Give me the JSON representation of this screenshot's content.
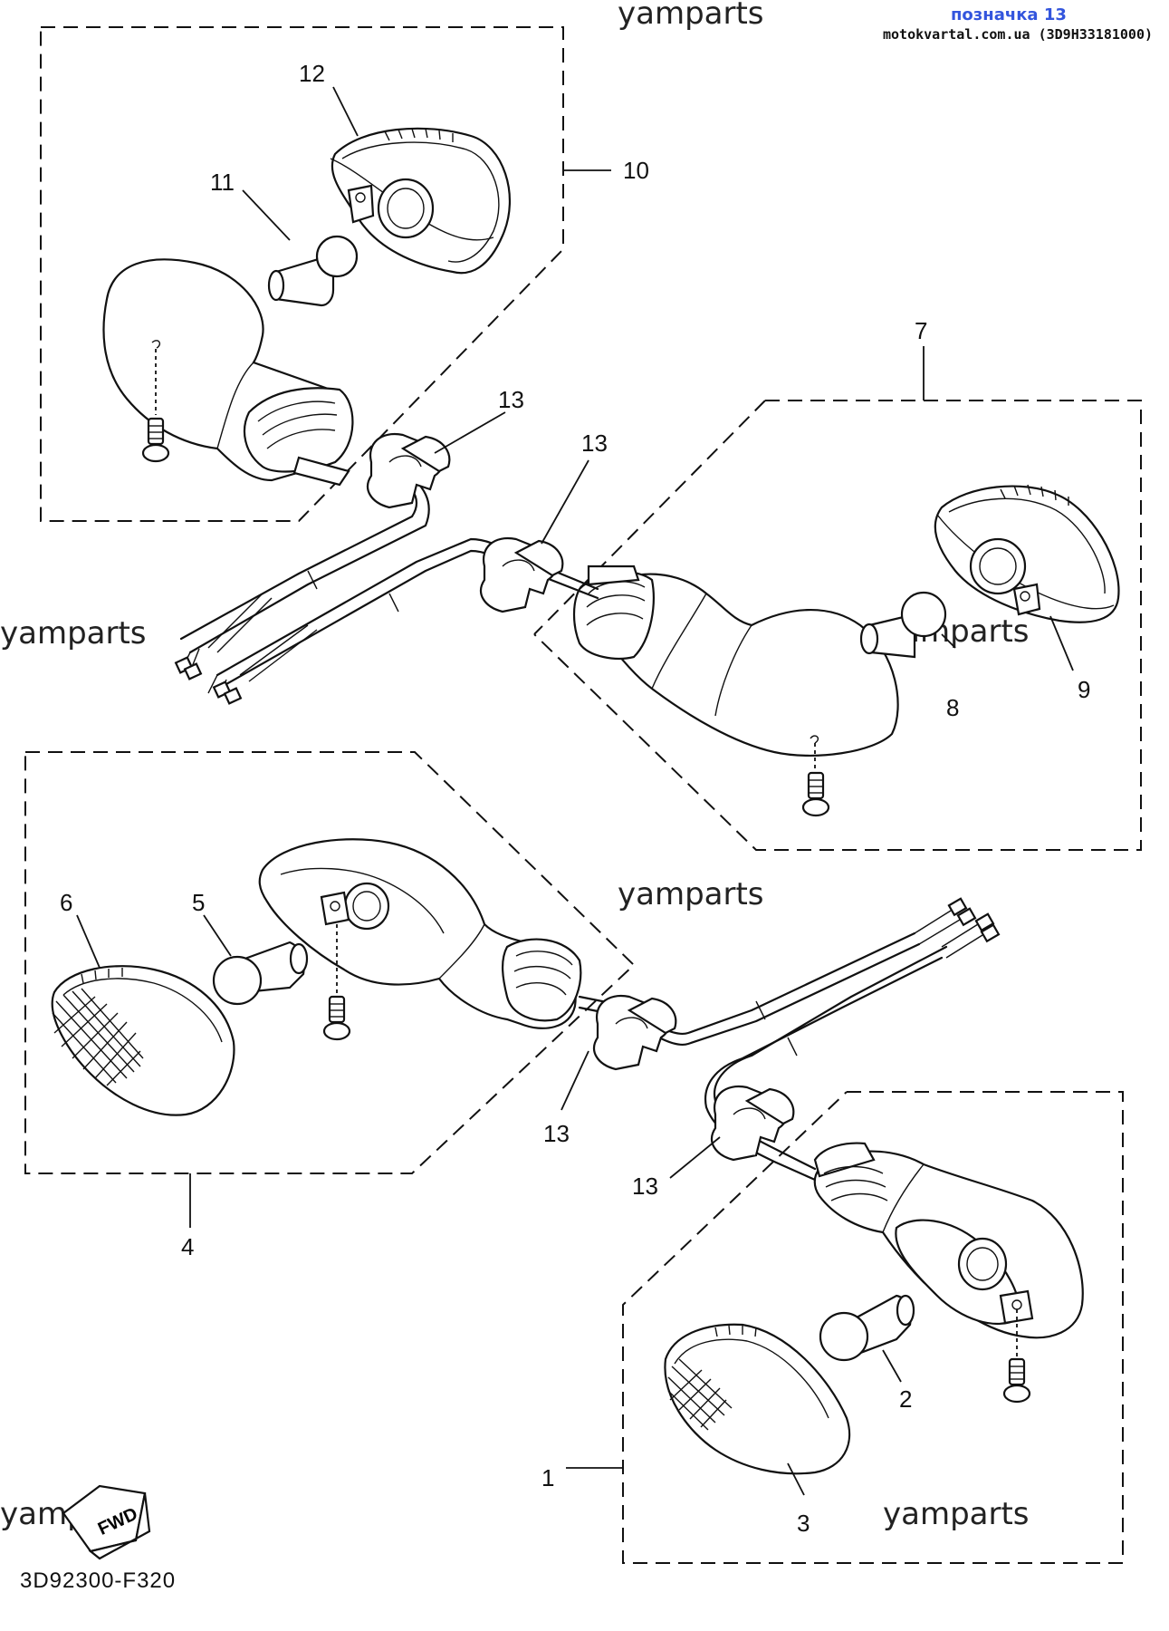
{
  "header": {
    "part_label": "позначка 13",
    "site_code": "motokvartal.com.ua (3D9H33181000)"
  },
  "watermark": "yamparts",
  "watermark_partial": "yampa",
  "diagram_code": "3D92300-F320",
  "fwd_label": "FWD",
  "callouts": [
    "1",
    "2",
    "3",
    "4",
    "5",
    "6",
    "7",
    "8",
    "9",
    "10",
    "11",
    "12",
    "13"
  ]
}
